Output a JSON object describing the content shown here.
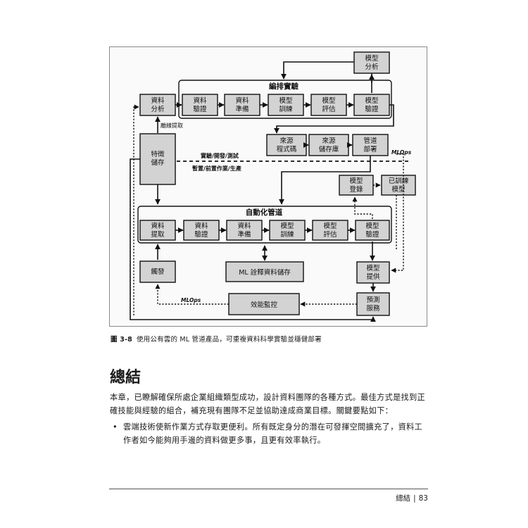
{
  "figure": {
    "nodes": {
      "model_analysis": "模型\n分析",
      "data_analysis": "資料\n分析",
      "exp_data_validation": "資料\n驗證",
      "exp_data_prep": "資料\n準備",
      "exp_model_train": "模型\n訓練",
      "exp_model_eval": "模型\n評估",
      "exp_model_validation": "模型\n驗證",
      "feature_store": "特徵\n儲存",
      "source_code": "來源\n程式碼",
      "source_repo": "來源\n儲存庫",
      "pipeline_deploy": "管道\n部署",
      "model_registry": "模型\n登錄",
      "trained_model": "已訓練\n模型",
      "auto_data_extract": "資料\n提取",
      "auto_data_validation": "資料\n驗證",
      "auto_data_prep": "資料\n準備",
      "auto_model_train": "模型\n訓練",
      "auto_model_eval": "模型\n評估",
      "auto_model_validation": "模型\n驗證",
      "trigger": "觸發",
      "ml_metadata_store": "ML 詮釋資料儲存",
      "model_serving": "模型\n提供",
      "performance_monitoring": "效能監控",
      "prediction_service": "預測\n服務"
    },
    "group_labels": {
      "orchestrated_experiment": "編排實驗",
      "automated_pipeline": "自動化管道"
    },
    "annotations": {
      "offline_extract": "離線提取",
      "exp_dev_test": "實驗/開發/測試",
      "staging_preprod_prod": "暫置/前置作業/生產",
      "mlops_upper": "MLOps",
      "mlops_lower": "MLOps"
    }
  },
  "caption": {
    "number": "圖 3-8",
    "text": "使用公有雲的 ML 管道產品，可重複資料科學實驗並穩健部署"
  },
  "section": {
    "heading": "總結",
    "paragraph": "本章，已瞭解確保所處企業組織類型成功，設計資料團隊的各種方式。最佳方式是找到正確技能與經驗的組合，補充現有團隊不足並協助達成商業目標。關鍵要點如下：",
    "bullets": [
      "雲端技術使新作業方式存取更便利。所有既定身分的潛在可發揮空間擴充了，資料工作者如今能夠用手邊的資料做更多事，且更有效率執行。"
    ]
  },
  "footer": {
    "chapter": "總結",
    "separator": "|",
    "page": "83"
  }
}
